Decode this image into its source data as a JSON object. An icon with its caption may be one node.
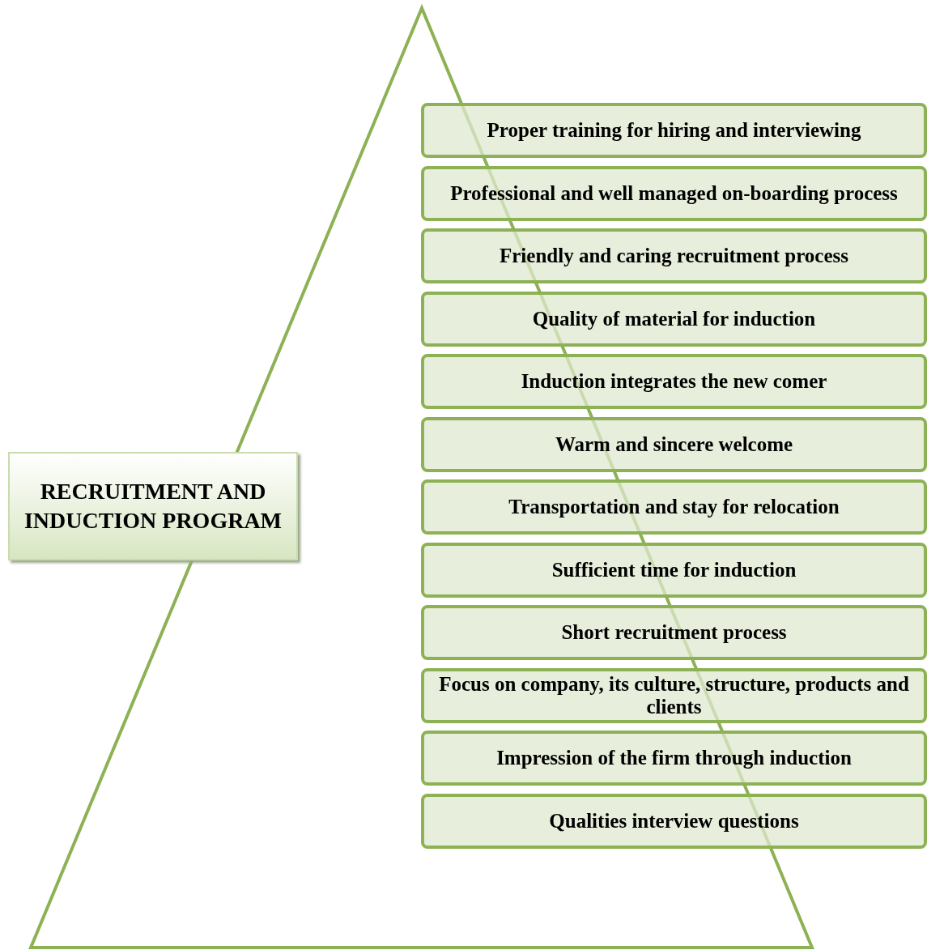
{
  "diagram": {
    "nodes": [
      {
        "text": [
          "RECRUITMENT AND INDUCTION PROGRAM"
        ]
      },
      {
        "text": [
          "Proper training for hiring and interviewing"
        ]
      },
      {
        "text": [
          "Professional and well managed on-boarding process"
        ]
      },
      {
        "text": [
          "Friendly and caring recruitment process"
        ]
      },
      {
        "text": [
          "Quality of material for induction"
        ]
      },
      {
        "text": [
          "Induction integrates the new comer"
        ]
      },
      {
        "text": [
          "Warm and sincere welcome"
        ]
      },
      {
        "text": [
          "Transportation and stay for relocation"
        ]
      },
      {
        "text": [
          "Sufficient time for induction"
        ]
      },
      {
        "text": [
          "Short recruitment process"
        ]
      },
      {
        "text": [
          "Focus on company, its culture, structure, products and clients"
        ]
      },
      {
        "text": [
          "Impression of the firm through induction"
        ]
      },
      {
        "text": [
          "Qualities interview questions"
        ]
      }
    ]
  }
}
